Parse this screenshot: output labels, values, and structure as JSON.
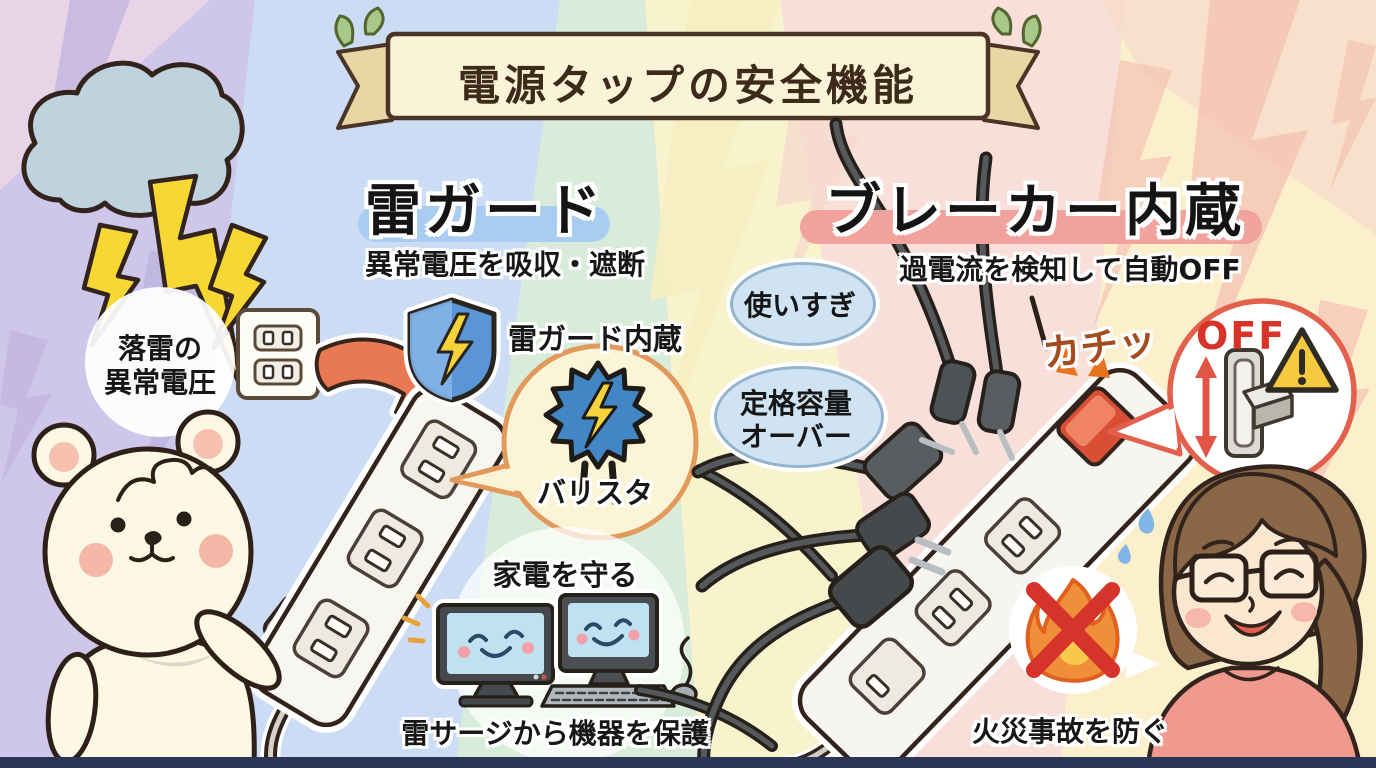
{
  "title": {
    "banner": "電源タップの安全機能"
  },
  "left_section": {
    "heading": "雷ガード",
    "subtitle": "異常電圧を吸収・遮断",
    "lightning_bubble_line1": "落雷の",
    "lightning_bubble_line2": "異常電圧",
    "guard_label": "雷ガード内蔵",
    "varistor_label": "バリスタ",
    "protect_bubble": "家電を守る",
    "caption": "雷サージから機器を保護"
  },
  "right_section": {
    "heading": "ブレーカー内蔵",
    "subtitle": "過電流を検知して自動OFF",
    "overuse_bubble": "使いすぎ",
    "capacity_bubble_line1": "定格容量",
    "capacity_bubble_line2": "オーバー",
    "click_sfx": "カチッ",
    "off_label": "OFF",
    "caption": "火災事故を防ぐ"
  },
  "colors": {
    "banner_fill": "#fbf3d8",
    "banner_border": "#4a3426",
    "left_highlight_pill": "#a9cdf0",
    "right_highlight_pill": "#f2a29c",
    "surge_arrow_orange": "#e87952",
    "lightning_yellow": "#f6d733",
    "shield_blue": "#5a95d8",
    "varistor_blue": "#4286c6",
    "varistor_bubble_border": "#e2995c",
    "breaker_switch_red": "#d94f35",
    "off_text_red": "#d73327",
    "off_bubble_border": "#e2604c",
    "warning_yellow": "#f7c93e",
    "fire_orange": "#ef8f3a",
    "prohibit_red": "#d6342a",
    "info_bubble_blue": "#cfe3f2",
    "bottom_bar_navy": "#2b3558"
  }
}
